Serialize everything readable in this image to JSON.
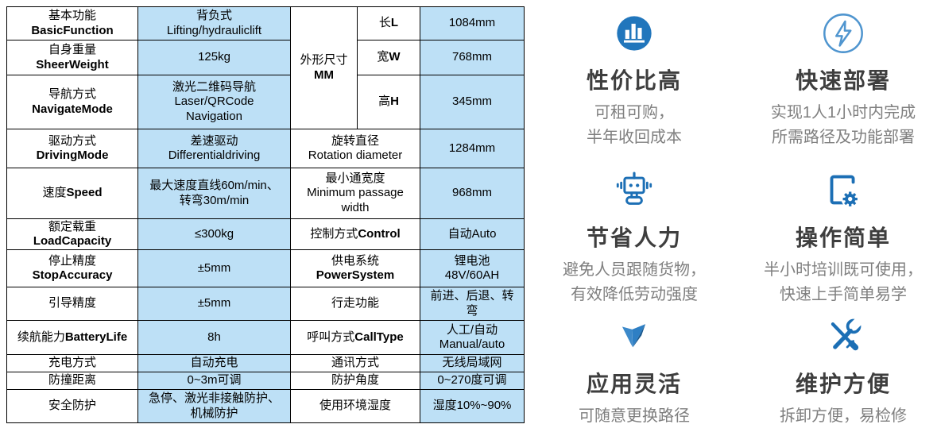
{
  "colors": {
    "cell_blue": "#BDE0F6",
    "border": "#000000",
    "accent": "#1C6FB5",
    "accent_circle": "#2176BC",
    "accent_light": "#4F95CF",
    "tri_light": "#8FC2E8",
    "tri_mid": "#2E7FC4",
    "tri_dark": "#19578C",
    "title_gray": "#3E3E3E",
    "desc_gray": "#7F7F7F"
  },
  "table": {
    "rows": [
      {
        "label_zh": "基本功能",
        "label_en": "BasicFunction",
        "value": "背负式\nLifting/hydrauliclift",
        "dim_zh": "外形尺寸",
        "dim_en": "MM",
        "sub_zh": "长",
        "sub_en": "L",
        "sub_value": "1084mm"
      },
      {
        "label_zh": "自身重量",
        "label_en": "SheerWeight",
        "value": "125kg",
        "sub_zh": "宽",
        "sub_en": "W",
        "sub_value": "768mm"
      },
      {
        "label_zh": "导航方式",
        "label_en": "NavigateMode",
        "value": "激光二维码导航\nLaser/QRCode\nNavigation",
        "sub_zh": "高",
        "sub_en": "H",
        "sub_value": "345mm"
      },
      {
        "label_zh": "驱动方式",
        "label_en": "DrivingMode",
        "value": "差速驱动\nDifferentialdriving",
        "label2": "旋转直径\nRotation diameter",
        "value2": "1284mm"
      },
      {
        "label_zh": "速度",
        "label_en": "Speed",
        "value": "最大速度直线60m/min、\n转弯30m/min",
        "label2": "最小通宽度\nMinimum passage\nwidth",
        "value2": "968mm"
      },
      {
        "label_zh": "额定载重",
        "label_en": "LoadCapacity",
        "value": "≤300kg",
        "label2_zh": "控制方式",
        "label2_en": "Control",
        "value2": "自动Auto"
      },
      {
        "label_zh": "停止精度",
        "label_en": "StopAccuracy",
        "value": "±5mm",
        "label2_zh": "供电系统",
        "label2_en": "PowerSystem",
        "value2": "锂电池\n48V/60AH"
      },
      {
        "label_zh": "引导精度",
        "value": "±5mm",
        "label2_zh": "行走功能",
        "value2": "前进、后退、转\n弯"
      },
      {
        "label_zh": "续航能力",
        "label_en": "BatteryLife",
        "value": "8h",
        "label2_zh": "呼叫方式",
        "label2_en": "CallType",
        "value2": "人工/自动\nManual/auto"
      },
      {
        "label_zh": "充电方式",
        "value": "自动充电",
        "label2_zh": "通讯方式",
        "value2": "无线局域网"
      },
      {
        "label_zh": "防撞距离",
        "value": "0~3m可调",
        "label2_zh": "防护角度",
        "value2": "0~270度可调"
      },
      {
        "label_zh": "安全防护",
        "value": "急停、激光非接触防护、\n机械防护",
        "label2_zh": "使用环境湿度",
        "value2": "湿度10%~90%"
      }
    ]
  },
  "features": [
    {
      "icon": "bar-chart-circle-icon",
      "title": "性价比高",
      "desc": "可租可购，\n半年收回成本"
    },
    {
      "icon": "lightning-circle-icon",
      "title": "快速部署",
      "desc": "实现1人1小时内完成\n所需路径及功能部署"
    },
    {
      "icon": "robot-icon",
      "title": "节省人力",
      "desc": "避免人员跟随货物，\n有效降低劳动强度"
    },
    {
      "icon": "gear-document-icon",
      "title": "操作简单",
      "desc": "半小时培训既可使用，\n快速上手简单易学"
    },
    {
      "icon": "down-arrow-3d-icon",
      "title": "应用灵活",
      "desc": "可随意更换路径"
    },
    {
      "icon": "tools-icon",
      "title": "维护方便",
      "desc": "拆卸方便，易检修"
    }
  ]
}
